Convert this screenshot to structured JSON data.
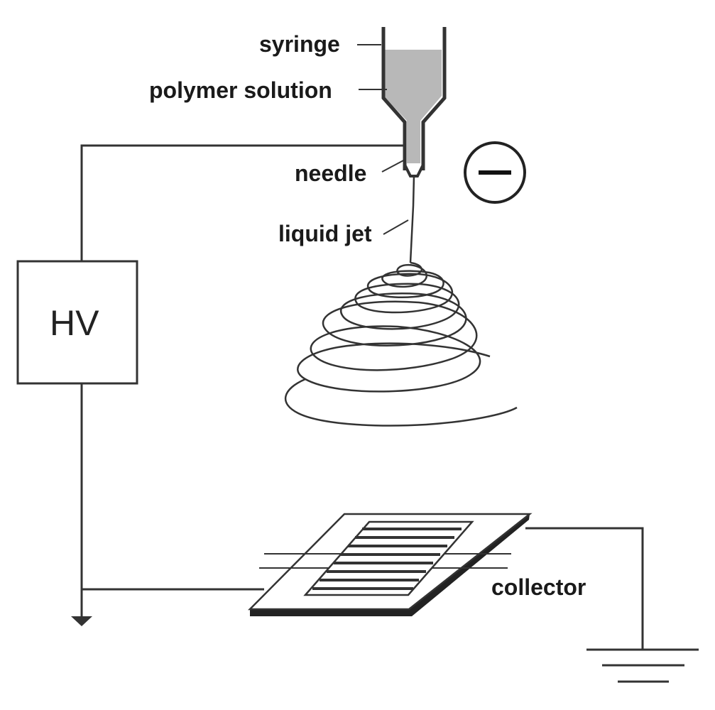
{
  "labels": {
    "syringe": "syringe",
    "polymer_solution": "polymer solution",
    "needle": "needle",
    "liquid_jet": "liquid jet",
    "hv": "HV",
    "collector": "collector"
  },
  "symbols": {
    "charge": "minus-sign",
    "ground": "ground-symbol",
    "power_supply_ground": "ground-arrow"
  },
  "colors": {
    "line": "#333333",
    "solution_fill": "#b8b8b8",
    "collector_base": "#222222"
  }
}
